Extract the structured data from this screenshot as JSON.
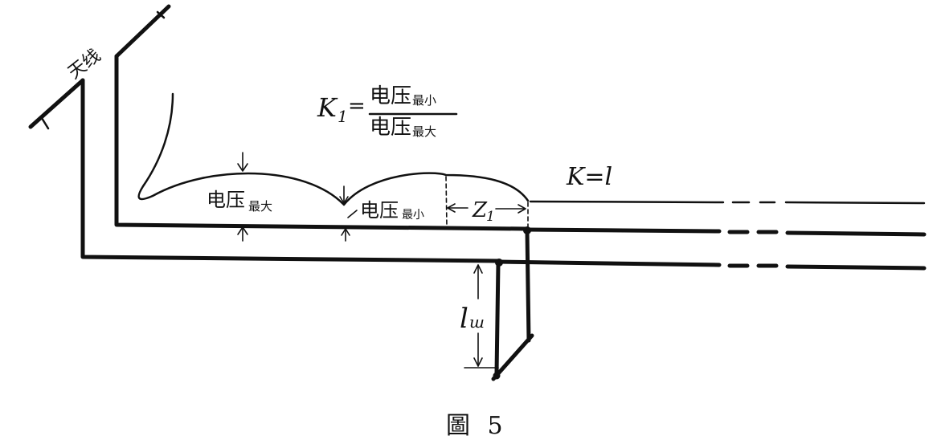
{
  "labels": {
    "antenna": "天线",
    "k1_symbol": "K",
    "k1_subscript": "1",
    "equals": "=",
    "fraction_top": "电压",
    "fraction_top_sub": "最小",
    "fraction_bottom": "电压",
    "fraction_bottom_sub": "最大",
    "k_equals_1": "K=l",
    "voltage_max": "电压",
    "voltage_max_sub": "最大",
    "voltage_min": "电压",
    "voltage_min_sub": "最小",
    "z1": "Z",
    "z1_sub": "1",
    "lw": "l",
    "lw_sub": "ш"
  },
  "caption": "圖 5",
  "colors": {
    "ink": "#111111",
    "paper": "#ffffff"
  }
}
